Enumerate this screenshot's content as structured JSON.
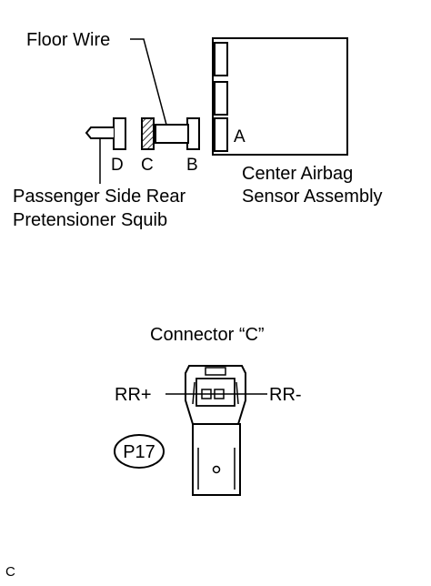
{
  "labels": {
    "floor_wire": "Floor Wire",
    "center_airbag_line1": "Center Airbag",
    "center_airbag_line2": "Sensor Assembly",
    "passenger_line1": "Passenger Side Rear",
    "passenger_line2": "Pretensioner  Squib",
    "pin_a": "A",
    "pin_b": "B",
    "pin_c": "C",
    "pin_d": "D",
    "connector_title": "Connector “C”",
    "rr_plus": "RR+",
    "rr_minus": "RR-",
    "part_code": "P17",
    "corner_letter": "C"
  }
}
